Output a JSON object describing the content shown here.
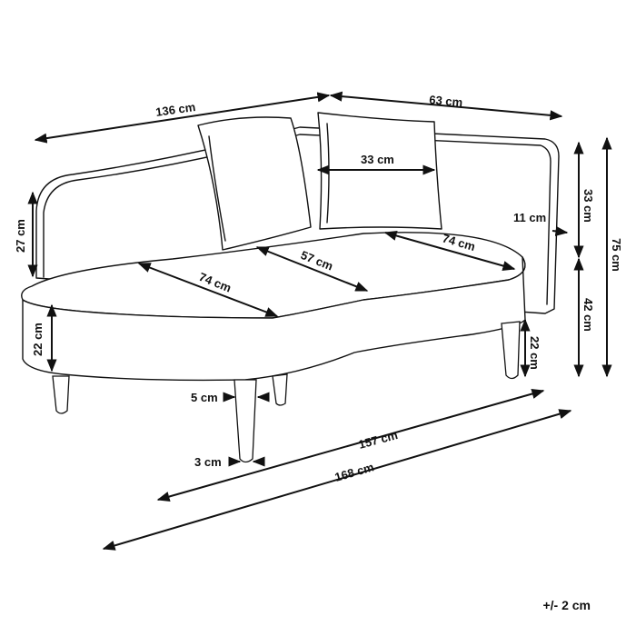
{
  "dimensions": {
    "width_back": "136 cm",
    "depth_end": "63 cm",
    "pillow_width": "33 cm",
    "armrest_height": "27 cm",
    "arm_thickness": "11 cm",
    "back_height": "33 cm",
    "total_height": "75 cm",
    "seat_depth_left": "74 cm",
    "seat_depth_mid": "57 cm",
    "seat_depth_right": "74 cm",
    "seat_height": "42 cm",
    "base_thickness_left": "22 cm",
    "base_thickness_right": "22 cm",
    "leg_top": "5 cm",
    "leg_bottom": "3 cm",
    "seat_length": "157 cm",
    "total_length": "168 cm"
  },
  "tolerance": "+/- 2 cm"
}
